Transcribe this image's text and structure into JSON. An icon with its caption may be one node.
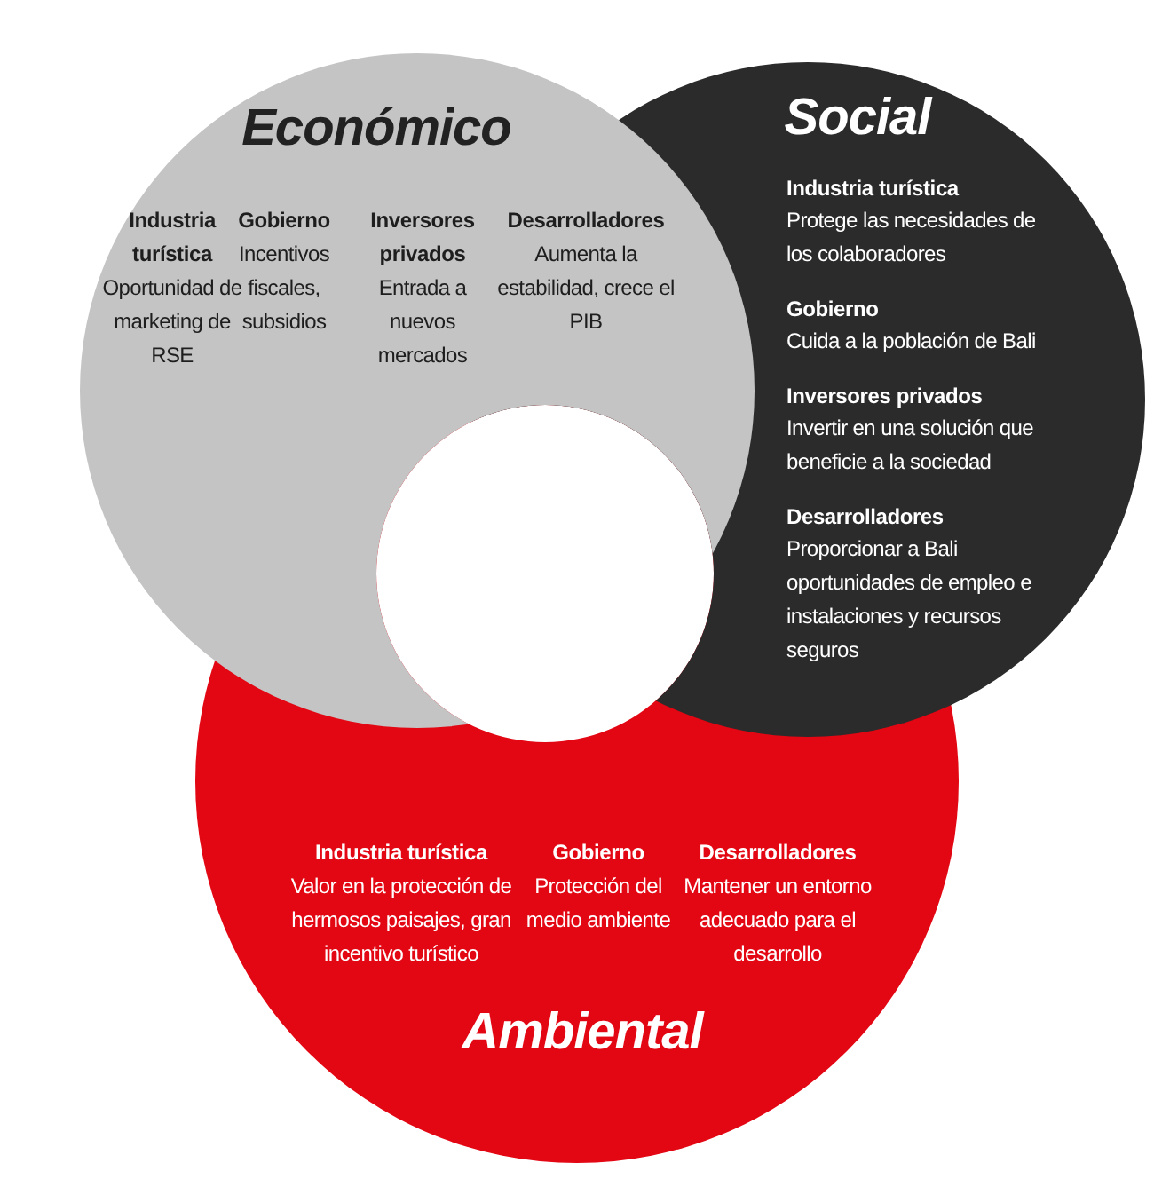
{
  "diagram": {
    "nodes": [
      {
        "text": [
          "Económico",
          "Industria turística",
          "Oportunidad de marketing de RSE",
          "Gobierno",
          "Incentivos fiscales, subsidios",
          "Inversores privados",
          "Entrada a nuevos mercados",
          "Desarrolladores",
          "Aumenta la estabilidad, crece el PIB"
        ]
      },
      {
        "text": [
          "Social",
          "Industria turística",
          "Protege las necesidades de los colaboradores",
          "Gobierno",
          "Cuida a la población de Bali",
          "Inversores privados",
          "Invertir en una solución que beneficie a la sociedad",
          "Desarrolladores",
          "Proporcionar a Bali oportunidades de empleo e instalaciones y recursos seguros"
        ]
      },
      {
        "text": [
          "Ambiental",
          "Industria turística",
          "Valor en la protección de hermosos paisajes, gran incentivo turístico",
          "Gobierno",
          "Protección del medio ambiente",
          "Desarrolladores",
          "Mantener un entorno adecuado para el desarrollo"
        ]
      }
    ],
    "edges": []
  }
}
